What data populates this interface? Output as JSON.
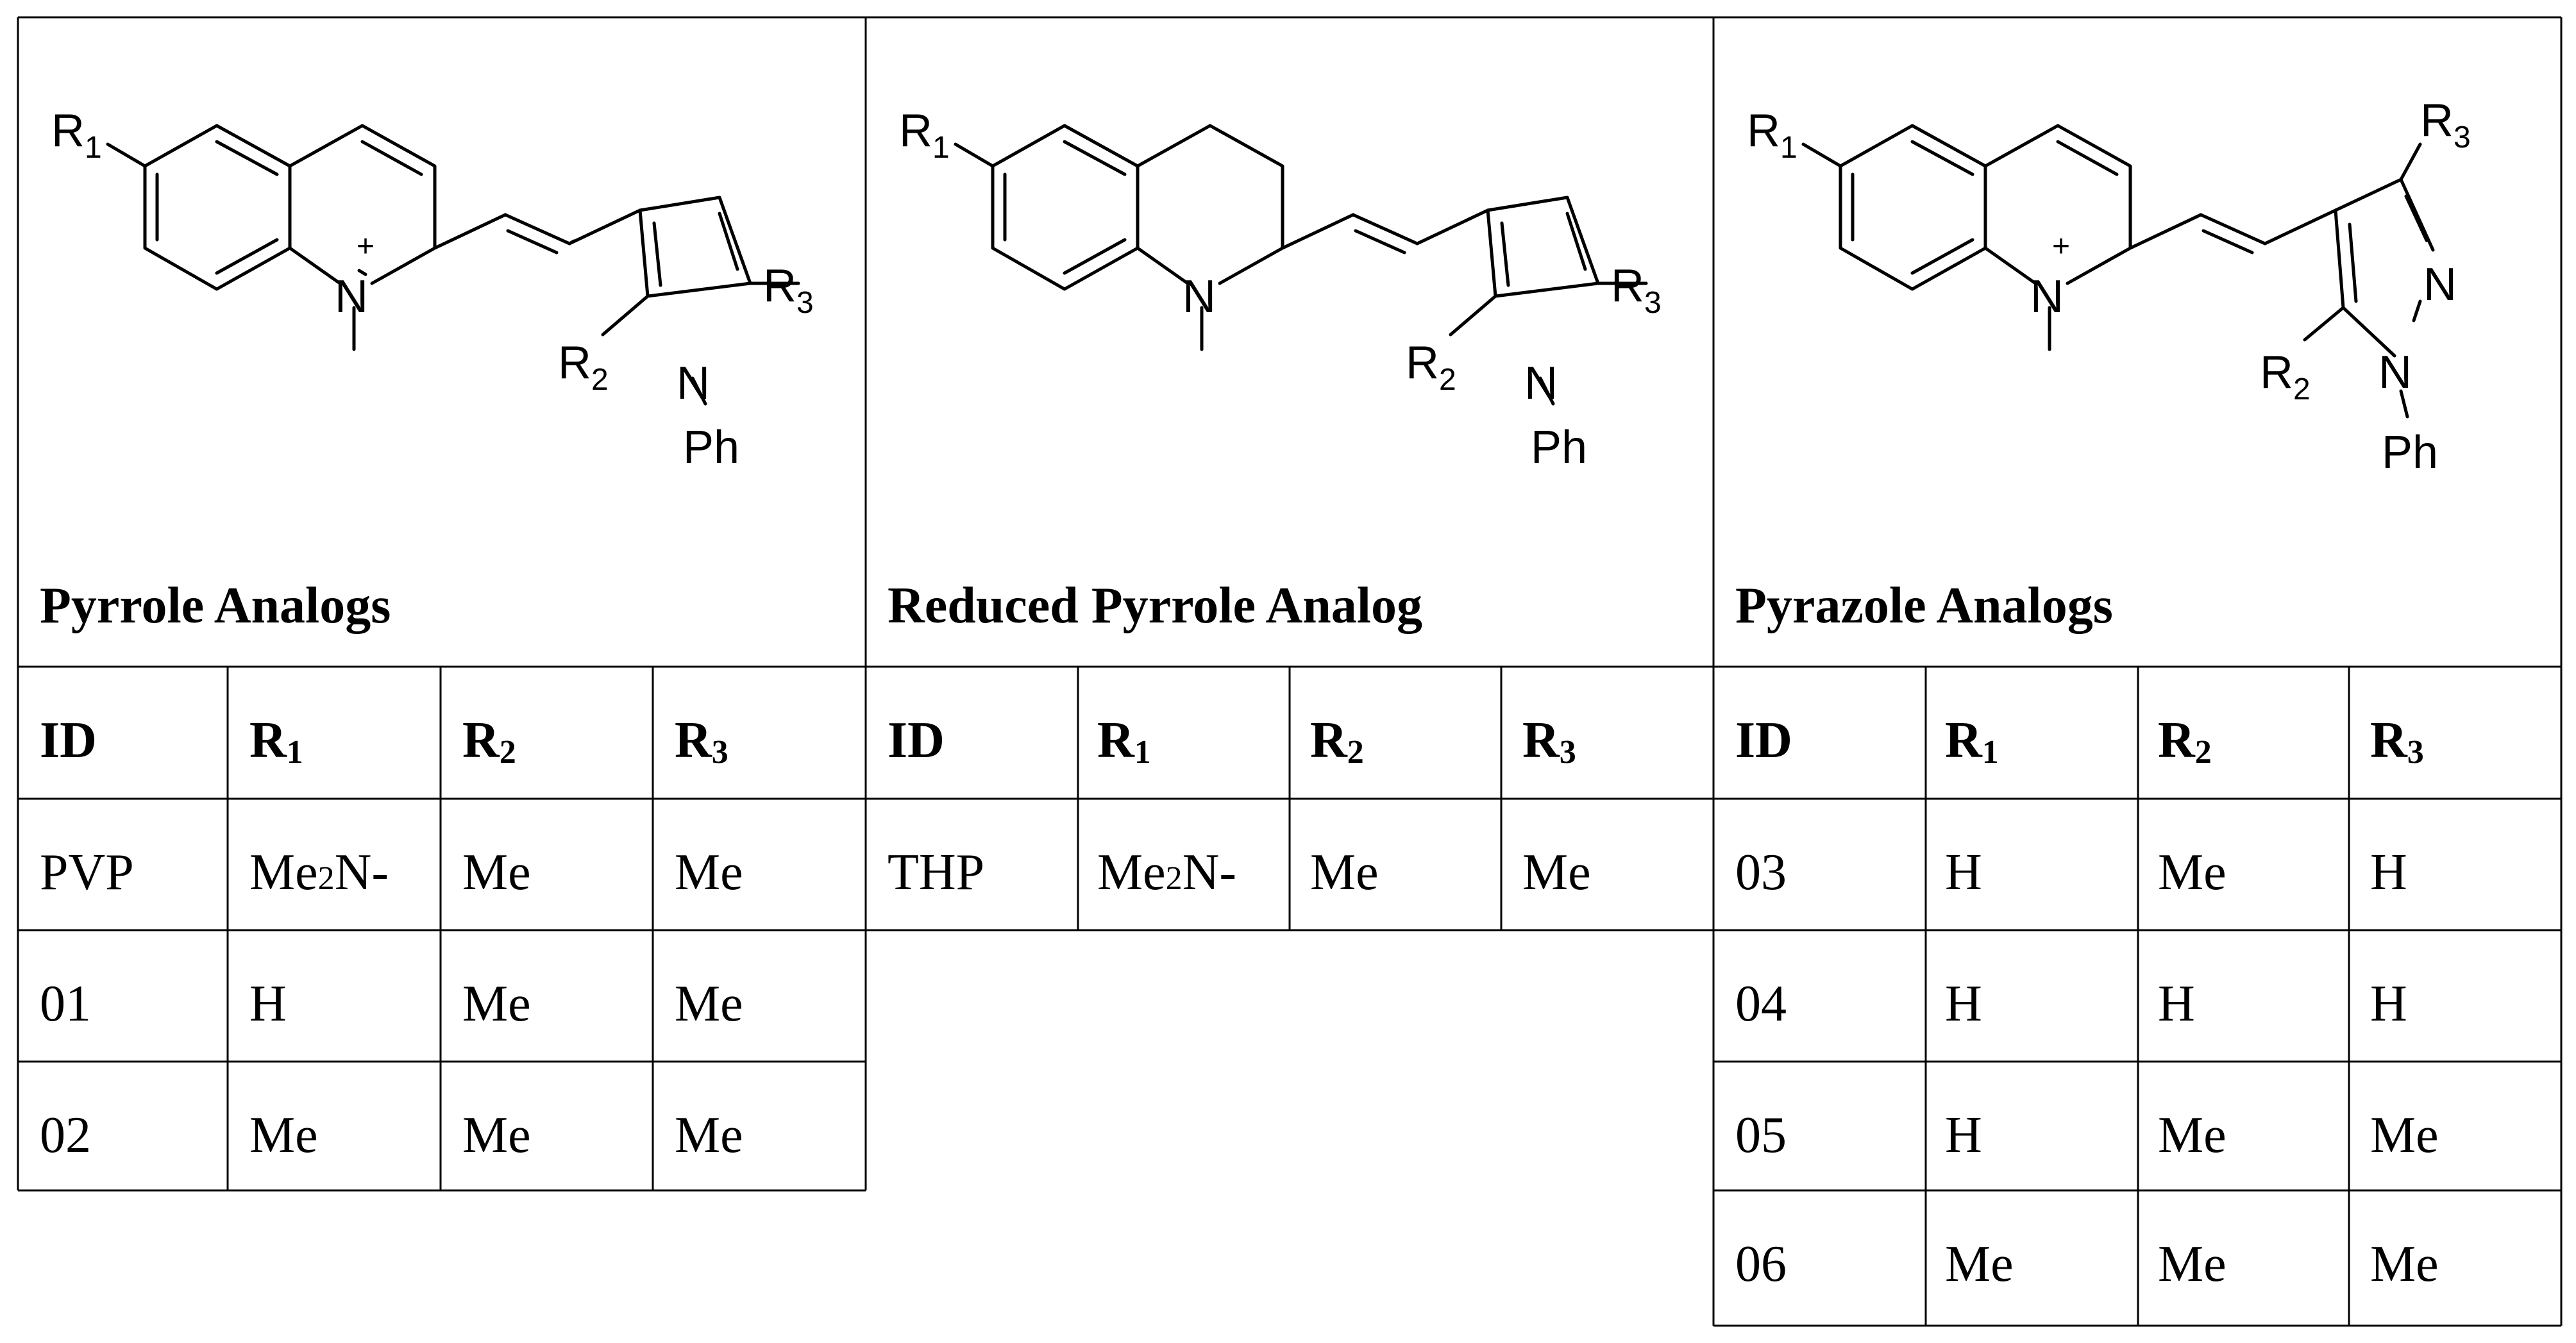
{
  "panels": [
    {
      "title": "Pyrrole Analogs",
      "header": [
        "ID",
        "R",
        "R",
        "R"
      ],
      "header_subs": [
        "",
        "1",
        "2",
        "3"
      ],
      "rows": [
        [
          "PVP",
          "Me",
          "2",
          "N-",
          "Me",
          "Me"
        ],
        [
          "01",
          "H",
          "",
          "",
          "Me",
          "Me"
        ],
        [
          "02",
          "Me",
          "",
          "",
          "Me",
          "Me"
        ]
      ]
    },
    {
      "title": "Reduced Pyrrole Analog",
      "header": [
        "ID",
        "R",
        "R",
        "R"
      ],
      "header_subs": [
        "",
        "1",
        "2",
        "3"
      ],
      "rows": [
        [
          "THP",
          "Me",
          "2",
          "N-",
          "Me",
          "Me"
        ]
      ]
    },
    {
      "title": "Pyrazole Analogs",
      "header": [
        "ID",
        "R",
        "R",
        "R"
      ],
      "header_subs": [
        "",
        "1",
        "2",
        "3"
      ],
      "rows": [
        [
          "03",
          "H",
          "",
          "",
          "Me",
          "H"
        ],
        [
          "04",
          "H",
          "",
          "",
          "H",
          "H"
        ],
        [
          "05",
          "H",
          "",
          "",
          "Me",
          "Me"
        ],
        [
          "06",
          "Me",
          "",
          "",
          "Me",
          "Me"
        ]
      ]
    }
  ],
  "structures": {
    "sub_letter": "R",
    "sub_1": "1",
    "sub_2": "2",
    "sub_3": "3",
    "nitrogen": "N",
    "phenyl": "Ph",
    "plus": "+"
  }
}
